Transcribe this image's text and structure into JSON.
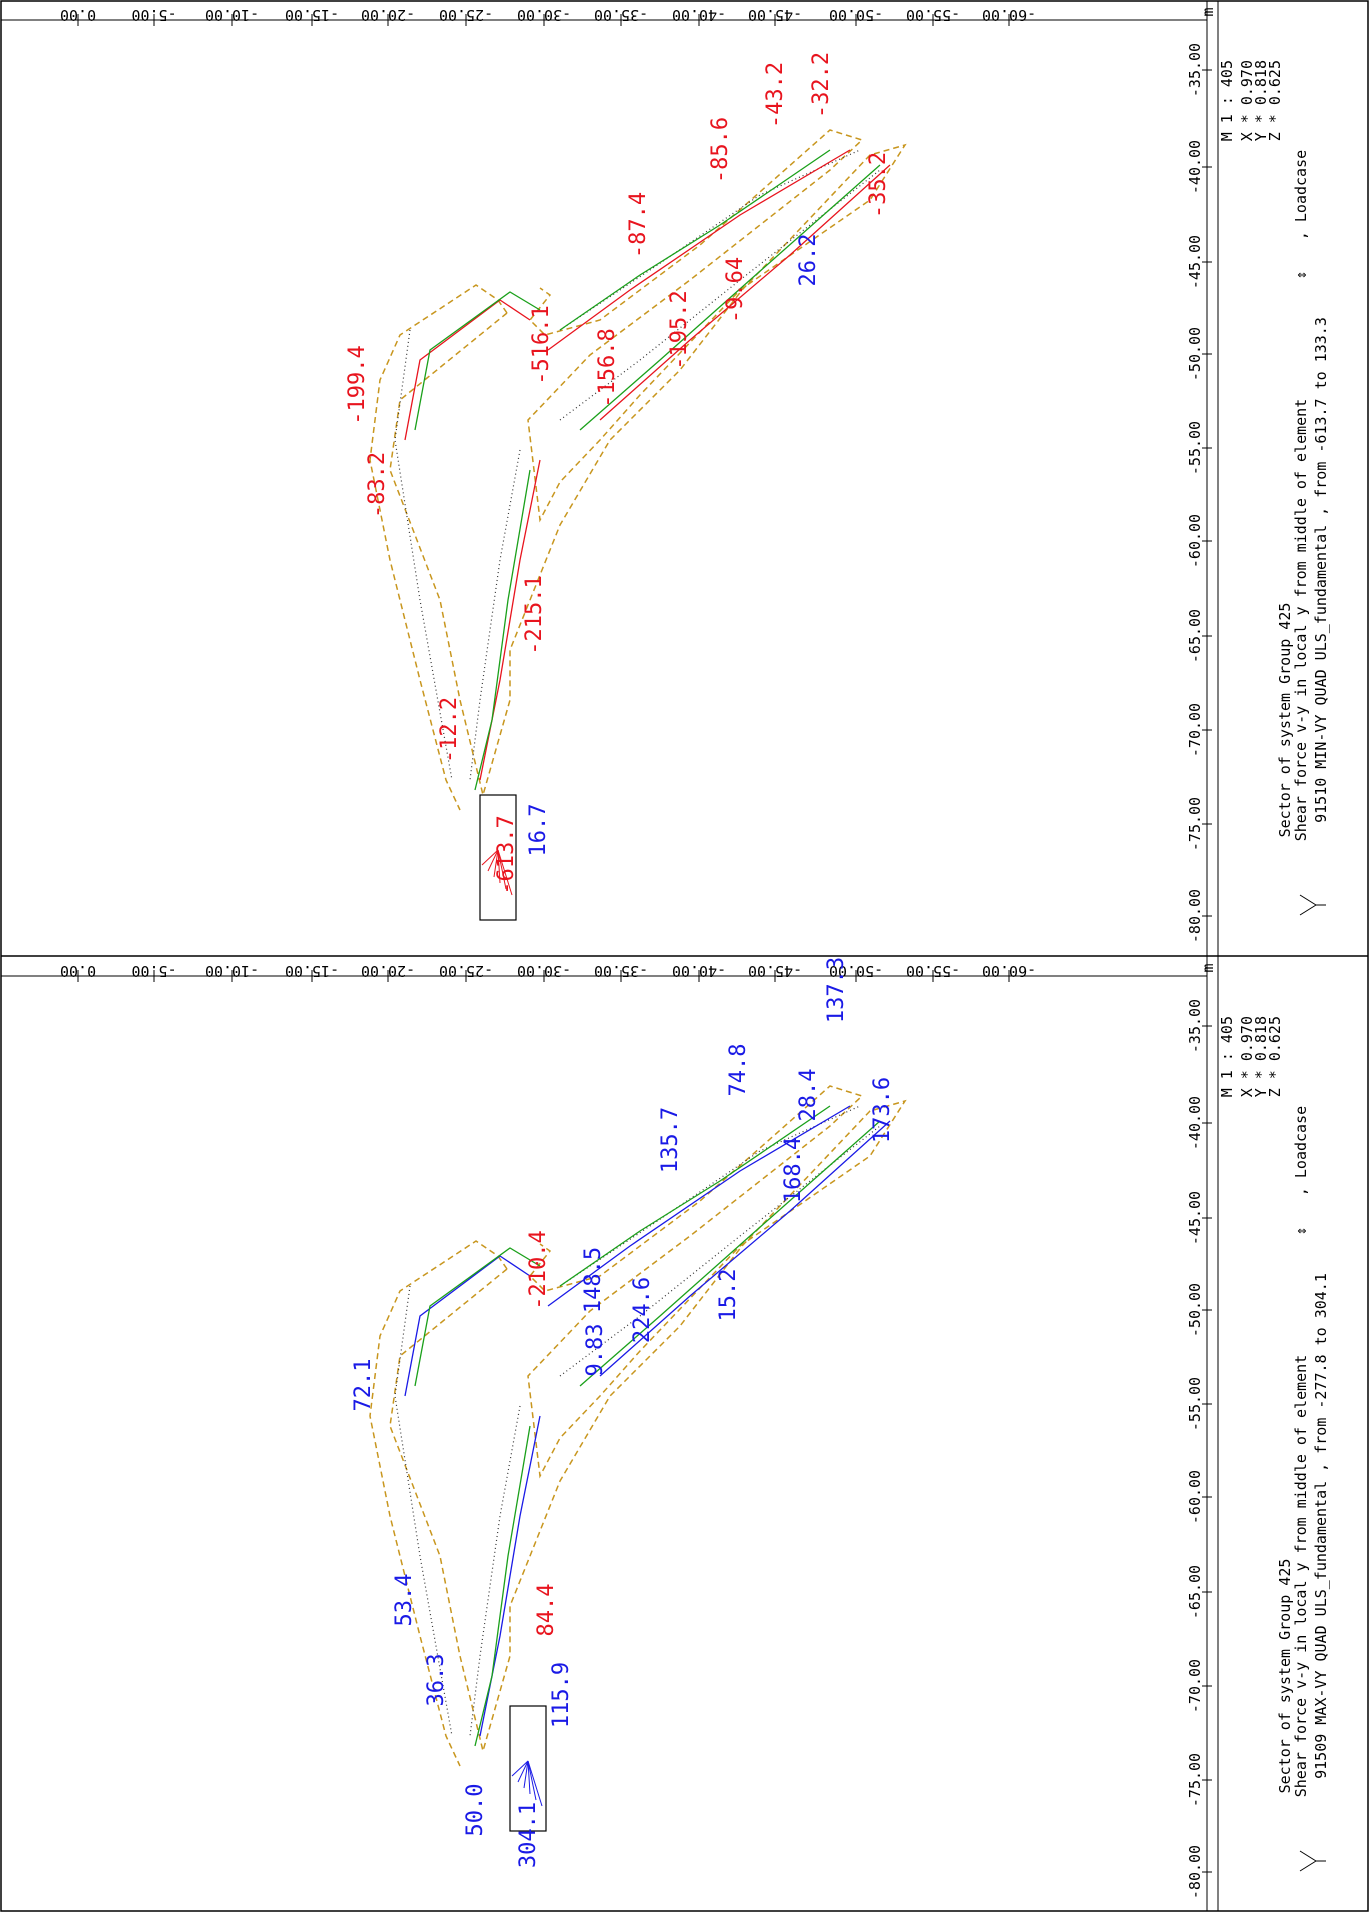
{
  "unit_label": "m",
  "x_ticks": [
    "0.00",
    "-5.00",
    "-10.00",
    "-15.00",
    "-20.00",
    "-25.00",
    "-30.00",
    "-35.00",
    "-40.00",
    "-45.00",
    "-50.00",
    "-55.00",
    "-60.00"
  ],
  "y_ticks": [
    "-35.00",
    "-40.00",
    "-45.00",
    "-50.00",
    "-55.00",
    "-60.00",
    "-65.00",
    "-70.00",
    "-75.00",
    "-80.00"
  ],
  "colors": {
    "negative": "#e8141e",
    "positive": "#1a1ae6",
    "zero": "#1aa01a",
    "outline": "#c8961e",
    "frame": "#000000"
  },
  "panels": [
    {
      "id": "top",
      "scale": "M 1 : 405",
      "factor_x": "X * 0.970",
      "factor_y": "Y * 0.818",
      "factor_z": "Z * 0.625",
      "title": "Sector of system Group 425",
      "subtitle": "Shear force v-y in local y from middle of element",
      "loadcase_word": ", Loadcase",
      "loadcase_line": "91510  MIN-VY QUAD ULS_fundamental    , from -613.7 to 133.3",
      "labels": [
        {
          "text": "-32.2",
          "color": "red"
        },
        {
          "text": "-43.2",
          "color": "red"
        },
        {
          "text": "-85.6",
          "color": "red"
        },
        {
          "text": "-35.2",
          "color": "red"
        },
        {
          "text": "-87.4",
          "color": "red"
        },
        {
          "text": "26.2",
          "color": "blue"
        },
        {
          "text": "-9.64",
          "color": "red"
        },
        {
          "text": "-195.2",
          "color": "red"
        },
        {
          "text": "-516.1",
          "color": "red"
        },
        {
          "text": "-199.4",
          "color": "red"
        },
        {
          "text": "-156.8",
          "color": "red"
        },
        {
          "text": "-83.2",
          "color": "red"
        },
        {
          "text": "-215.1",
          "color": "red"
        },
        {
          "text": "-12.2",
          "color": "red"
        },
        {
          "text": "-613.7",
          "color": "red"
        },
        {
          "text": "16.7",
          "color": "blue"
        }
      ]
    },
    {
      "id": "bottom",
      "scale": "M 1 : 405",
      "factor_x": "X * 0.970",
      "factor_y": "Y * 0.818",
      "factor_z": "Z * 0.625",
      "title": "Sector of system Group 425",
      "subtitle": "Shear force v-y in local y from middle of element",
      "loadcase_word": ", Loadcase",
      "loadcase_line": "91509  MAX-VY QUAD ULS_fundamental    , from -277.8 to 304.1",
      "labels": [
        {
          "text": "137.3",
          "color": "blue"
        },
        {
          "text": "74.8",
          "color": "blue"
        },
        {
          "text": "28.4",
          "color": "blue"
        },
        {
          "text": "173.6",
          "color": "blue"
        },
        {
          "text": "135.7",
          "color": "blue"
        },
        {
          "text": "168.4",
          "color": "blue"
        },
        {
          "text": "-210.4",
          "color": "red"
        },
        {
          "text": "148.5",
          "color": "blue"
        },
        {
          "text": "15.2",
          "color": "blue"
        },
        {
          "text": "224.6",
          "color": "blue"
        },
        {
          "text": "9.83",
          "color": "blue"
        },
        {
          "text": "72.1",
          "color": "blue"
        },
        {
          "text": "53.4",
          "color": "blue"
        },
        {
          "text": "84.4",
          "color": "red"
        },
        {
          "text": "36.3",
          "color": "blue"
        },
        {
          "text": "115.9",
          "color": "blue"
        },
        {
          "text": "50.0",
          "color": "blue"
        },
        {
          "text": "304.1",
          "color": "blue"
        }
      ]
    }
  ]
}
